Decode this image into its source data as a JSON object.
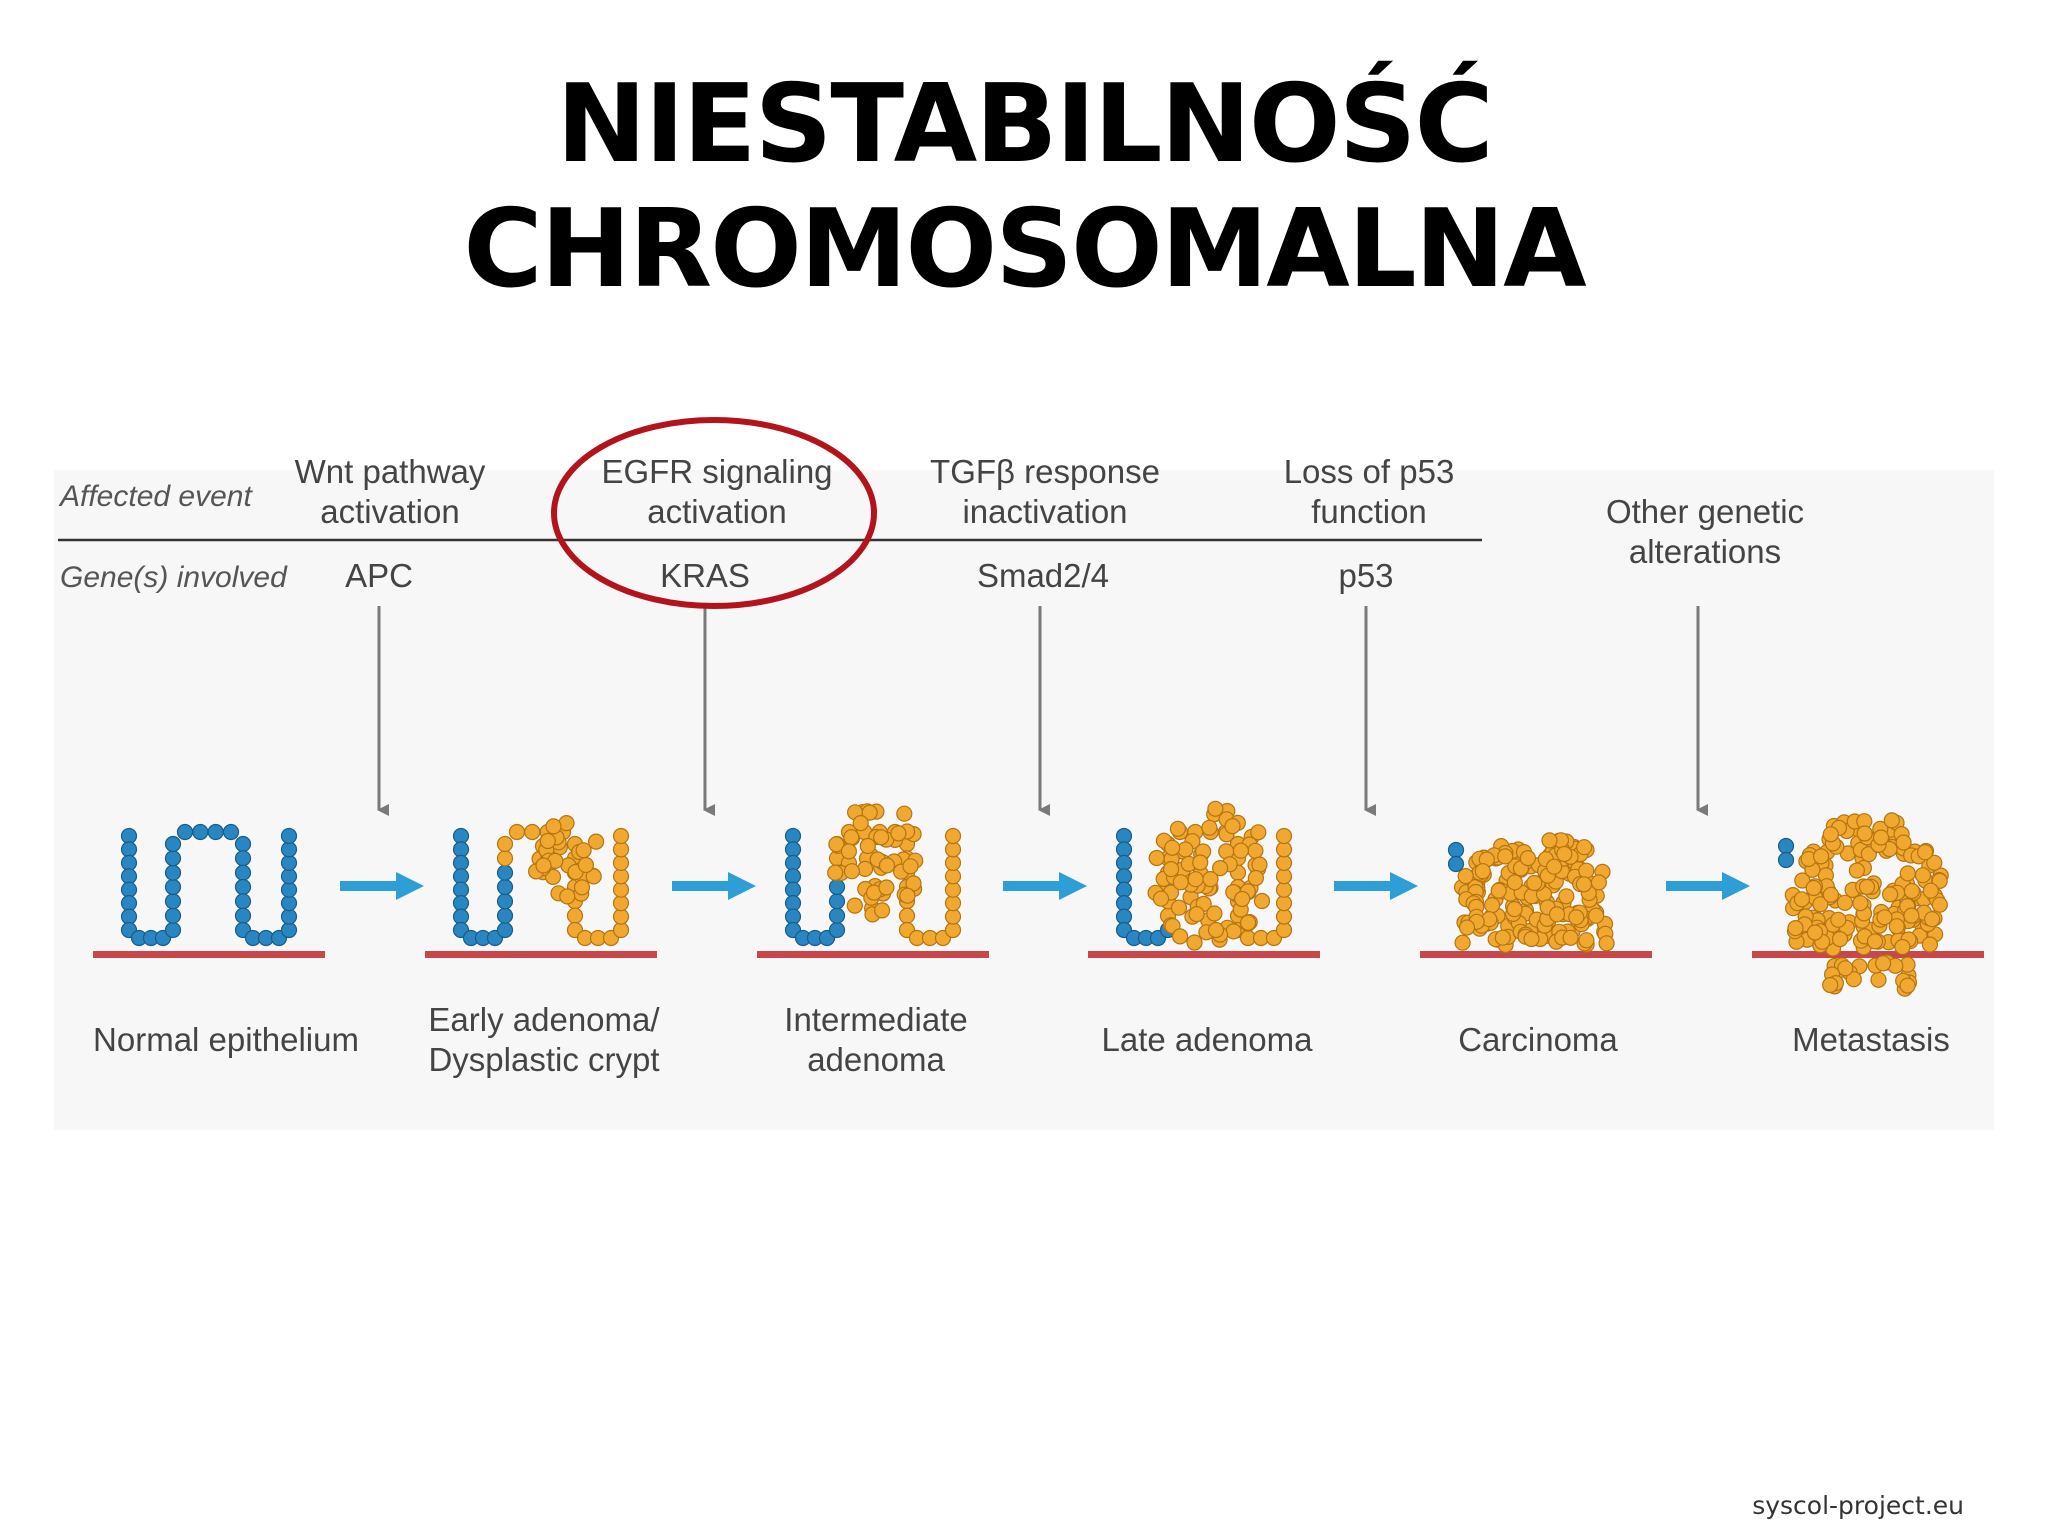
{
  "title": "NIESTABILNOŚĆ CHROMOSOMALNA",
  "row_labels": {
    "affected_event": "Affected event",
    "genes_involved": "Gene(s) involved"
  },
  "events": [
    {
      "line1": "Wnt pathway",
      "line2": "activation",
      "gene": "APC"
    },
    {
      "line1": "EGFR signaling",
      "line2": "activation",
      "gene": "KRAS",
      "highlighted": true
    },
    {
      "line1": "TGFβ response",
      "line2": "inactivation",
      "gene": "Smad2/4"
    },
    {
      "line1": "Loss of p53",
      "line2": "function",
      "gene": "p53"
    },
    {
      "line1": "Other genetic",
      "line2": "alterations",
      "gene": ""
    }
  ],
  "stages": [
    {
      "line1": "Normal epithelium",
      "line2": ""
    },
    {
      "line1": "Early adenoma/",
      "line2": "Dysplastic crypt"
    },
    {
      "line1": "Intermediate",
      "line2": "adenoma"
    },
    {
      "line1": "Late adenoma",
      "line2": ""
    },
    {
      "line1": "Carcinoma",
      "line2": ""
    },
    {
      "line1": "Metastasis",
      "line2": ""
    }
  ],
  "colors": {
    "normal_cell": "#2a86c0",
    "tumor_cell": "#f0a830",
    "basement_membrane": "#c8474a",
    "arrow": "#2d9fd6",
    "highlight_circle": "#b3131b"
  },
  "footer": "syscol-project.eu"
}
